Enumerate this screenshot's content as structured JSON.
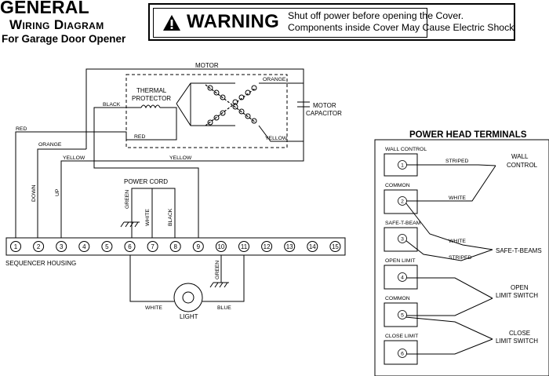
{
  "header": {
    "title_line1": "GENERAL",
    "title_line2": "Wiring Diagram",
    "title_line3": "For Garage Door Opener"
  },
  "warning": {
    "label": "WARNING",
    "icon": "warning-triangle-icon",
    "message_line1": "Shut off power before opening the Cover.",
    "message_line2": "Components inside Cover May Cause Electric Shock"
  },
  "motor": {
    "title": "MOTOR",
    "thermal_protector_line1": "THERMAL",
    "thermal_protector_line2": "PROTECTOR",
    "orange": "ORANGE",
    "yellow": "YELLOW",
    "red": "RED",
    "black": "BLACK",
    "capacitor_line1": "MOTOR",
    "capacitor_line2": "CAPACITOR"
  },
  "wires": {
    "red": "RED",
    "orange": "ORANGE",
    "yellow_left": "YELLOW",
    "yellow_right": "YELLOW",
    "down": "DOWN",
    "up": "UP",
    "power_cord": "POWER CORD",
    "green": "GREEN",
    "white": "WHITE",
    "black": "BLACK",
    "green_ground": "GREEN",
    "light_white": "WHITE",
    "light_blue": "BLUE",
    "light": "LIGHT"
  },
  "sequencer": {
    "label": "SEQUENCER HOUSING",
    "terminals": [
      "1",
      "2",
      "3",
      "4",
      "5",
      "6",
      "7",
      "8",
      "9",
      "10",
      "11",
      "12",
      "13",
      "14",
      "15"
    ]
  },
  "power_head": {
    "title": "POWER HEAD TERMINALS",
    "terminals": [
      {
        "label": "WALL CONTROL",
        "number": "1"
      },
      {
        "label": "COMMON",
        "number": "2"
      },
      {
        "label": "SAFE-T-BEAM",
        "number": "3"
      },
      {
        "label": "OPEN LIMIT",
        "number": "4"
      },
      {
        "label": "COMMON",
        "number": "5"
      },
      {
        "label": "CLOSE LIMIT",
        "number": "6"
      }
    ],
    "wire_striped_1": "STRIPED",
    "wire_white_1": "WHITE",
    "wire_white_2": "WHITE",
    "wire_striped_2": "STRIPED",
    "wall_control_line1": "WALL",
    "wall_control_line2": "CONTROL",
    "safe_t_beams": "SAFE-T-BEAMS",
    "open_limit_line1": "OPEN",
    "open_limit_line2": "LIMIT SWITCH",
    "close_limit_line1": "CLOSE",
    "close_limit_line2": "LIMIT SWITCH"
  }
}
